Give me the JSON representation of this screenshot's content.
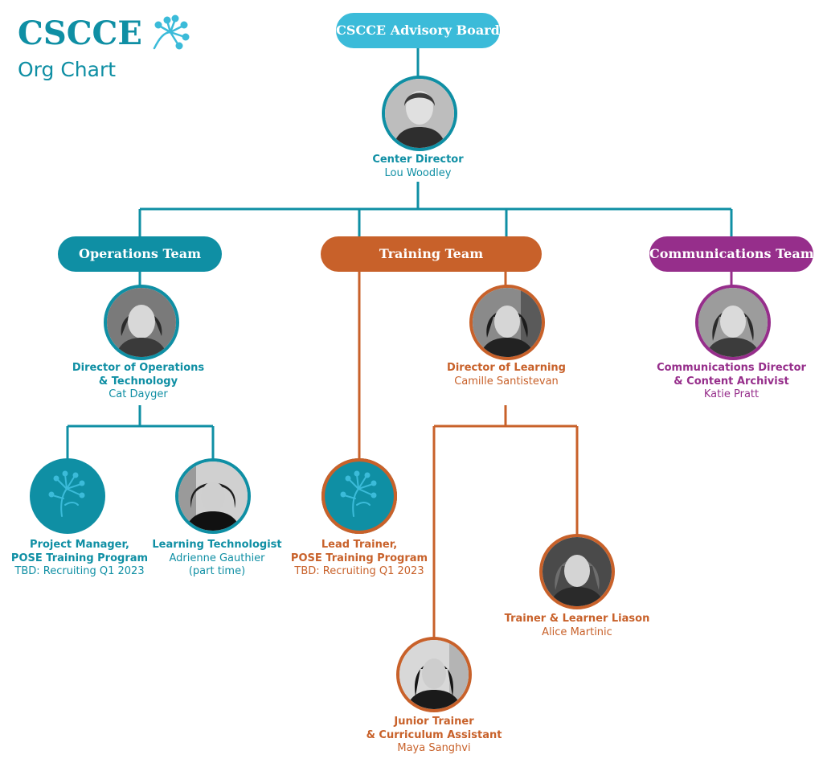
{
  "logo": {
    "wordmark": "CSCCE",
    "subtitle": "Org Chart"
  },
  "colors": {
    "teal": "#0f8fa4",
    "light_blue": "#3bbbd9",
    "orange": "#c8612a",
    "purple": "#962e8b"
  },
  "board": {
    "label": "CSCCE Advisory Board"
  },
  "director": {
    "role": "Center Director",
    "name": "Lou Woodley"
  },
  "teams": {
    "operations": {
      "label": "Operations Team"
    },
    "training": {
      "label": "Training Team"
    },
    "communications": {
      "label": "Communications Team"
    }
  },
  "people": {
    "ops_director": {
      "role1": "Director of Operations",
      "role2": "& Technology",
      "name": "Cat Dayger"
    },
    "project_manager": {
      "role1": "Project Manager,",
      "role2": "POSE Training Program",
      "name": "TBD: Recruiting Q1 2023"
    },
    "learning_tech": {
      "role": "Learning Technologist",
      "name": "Adrienne Gauthier",
      "note": "(part time)"
    },
    "lead_trainer": {
      "role1": "Lead Trainer,",
      "role2": "POSE Training Program",
      "name": "TBD: Recruiting Q1 2023"
    },
    "learning_director": {
      "role": "Director of Learning",
      "name": "Camille Santistevan"
    },
    "trainer_liason": {
      "role": "Trainer & Learner Liason",
      "name": "Alice Martinic"
    },
    "junior_trainer": {
      "role1": "Junior Trainer",
      "role2": "& Curriculum Assistant",
      "name": "Maya Sanghvi"
    },
    "comms_director": {
      "role1": "Communications Director",
      "role2": "& Content Archivist",
      "name": "Katie Pratt"
    }
  }
}
